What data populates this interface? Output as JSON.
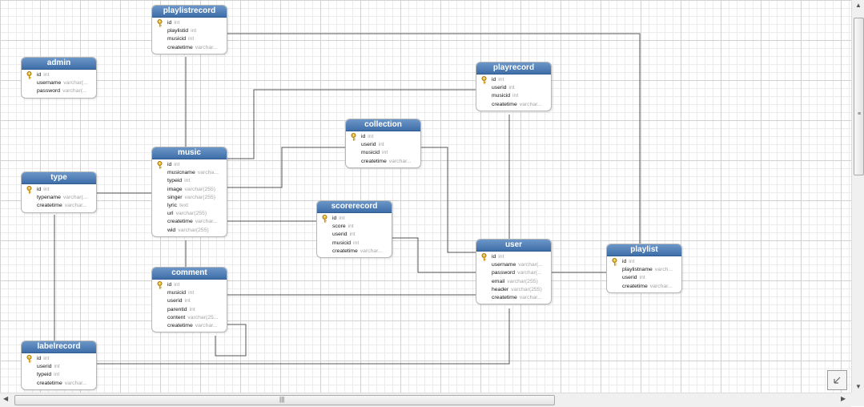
{
  "entities": [
    {
      "id": "playlistrecord",
      "title": "playlistrecord",
      "fields": [
        {
          "name": "id",
          "type": "int",
          "pk": true
        },
        {
          "name": "playlistid",
          "type": "int"
        },
        {
          "name": "musicid",
          "type": "int"
        },
        {
          "name": "createtime",
          "type": "varchar..."
        }
      ]
    },
    {
      "id": "admin",
      "title": "admin",
      "fields": [
        {
          "name": "id",
          "type": "int",
          "pk": true
        },
        {
          "name": "username",
          "type": "varchar(..."
        },
        {
          "name": "password",
          "type": "varchar(..."
        }
      ]
    },
    {
      "id": "playrecord",
      "title": "playrecord",
      "fields": [
        {
          "name": "id",
          "type": "int",
          "pk": true
        },
        {
          "name": "userid",
          "type": "int"
        },
        {
          "name": "musicid",
          "type": "int"
        },
        {
          "name": "createtime",
          "type": "varchar..."
        }
      ]
    },
    {
      "id": "collection",
      "title": "collection",
      "fields": [
        {
          "name": "id",
          "type": "int",
          "pk": true
        },
        {
          "name": "userid",
          "type": "int"
        },
        {
          "name": "musicid",
          "type": "int"
        },
        {
          "name": "createtime",
          "type": "varchar..."
        }
      ]
    },
    {
      "id": "music",
      "title": "music",
      "fields": [
        {
          "name": "id",
          "type": "int",
          "pk": true
        },
        {
          "name": "musicname",
          "type": "varcha..."
        },
        {
          "name": "typeid",
          "type": "int"
        },
        {
          "name": "image",
          "type": "varchar(255)"
        },
        {
          "name": "singer",
          "type": "varchar(255)"
        },
        {
          "name": "lyric",
          "type": "text"
        },
        {
          "name": "url",
          "type": "varchar(255)"
        },
        {
          "name": "createtime",
          "type": "varchar..."
        },
        {
          "name": "wid",
          "type": "varchar(255)"
        }
      ]
    },
    {
      "id": "type",
      "title": "type",
      "fields": [
        {
          "name": "id",
          "type": "int",
          "pk": true
        },
        {
          "name": "typename",
          "type": "varchar(..."
        },
        {
          "name": "createtime",
          "type": "varchar..."
        }
      ]
    },
    {
      "id": "scorerecord",
      "title": "scorerecord",
      "fields": [
        {
          "name": "id",
          "type": "int",
          "pk": true
        },
        {
          "name": "score",
          "type": "int"
        },
        {
          "name": "userid",
          "type": "int"
        },
        {
          "name": "musicid",
          "type": "int"
        },
        {
          "name": "createtime",
          "type": "varchar..."
        }
      ]
    },
    {
      "id": "user",
      "title": "user",
      "fields": [
        {
          "name": "id",
          "type": "int",
          "pk": true
        },
        {
          "name": "username",
          "type": "varchar(..."
        },
        {
          "name": "password",
          "type": "varchar(..."
        },
        {
          "name": "email",
          "type": "varchar(255)"
        },
        {
          "name": "header",
          "type": "varchar(255)"
        },
        {
          "name": "createtime",
          "type": "varchar..."
        }
      ]
    },
    {
      "id": "playlist",
      "title": "playlist",
      "fields": [
        {
          "name": "id",
          "type": "int",
          "pk": true
        },
        {
          "name": "playlistname",
          "type": "varch..."
        },
        {
          "name": "userid",
          "type": "int"
        },
        {
          "name": "createtime",
          "type": "varchar..."
        }
      ]
    },
    {
      "id": "comment",
      "title": "comment",
      "fields": [
        {
          "name": "id",
          "type": "int",
          "pk": true
        },
        {
          "name": "musicid",
          "type": "int"
        },
        {
          "name": "userid",
          "type": "int"
        },
        {
          "name": "parentid",
          "type": "int"
        },
        {
          "name": "content",
          "type": "varchar(25..."
        },
        {
          "name": "createtime",
          "type": "varchar..."
        }
      ]
    },
    {
      "id": "labelrecord",
      "title": "labelrecord",
      "fields": [
        {
          "name": "id",
          "type": "int",
          "pk": true
        },
        {
          "name": "userid",
          "type": "int"
        },
        {
          "name": "typeid",
          "type": "int"
        },
        {
          "name": "createtime",
          "type": "varchar..."
        }
      ]
    }
  ],
  "relationships": [
    {
      "from": "playlistrecord",
      "to": "music"
    },
    {
      "from": "playlistrecord",
      "to": "playlist"
    },
    {
      "from": "music",
      "to": "playrecord"
    },
    {
      "from": "music",
      "to": "collection"
    },
    {
      "from": "music",
      "to": "type"
    },
    {
      "from": "music",
      "to": "scorerecord"
    },
    {
      "from": "music",
      "to": "comment"
    },
    {
      "from": "playrecord",
      "to": "user"
    },
    {
      "from": "collection",
      "to": "user"
    },
    {
      "from": "scorerecord",
      "to": "user"
    },
    {
      "from": "user",
      "to": "playlist"
    },
    {
      "from": "comment",
      "to": "user"
    },
    {
      "from": "comment",
      "to": "comment"
    },
    {
      "from": "type",
      "to": "labelrecord"
    },
    {
      "from": "labelrecord",
      "to": "user"
    }
  ],
  "colors": {
    "header_top": "#6b96c8",
    "header_bottom": "#3f6ea8",
    "link_line": "#555555",
    "key_icon": "#e8b52a"
  },
  "icons": {
    "primary_key": "key-icon",
    "overview": "overview-icon"
  }
}
